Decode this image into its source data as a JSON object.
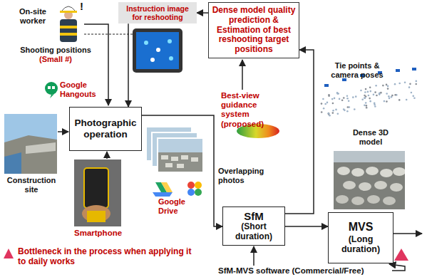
{
  "diagram": {
    "nodes": [
      {
        "text": [
          "Instruction image for reshooting"
        ]
      },
      {
        "text": [
          "Dense model quality prediction & Estimation of best reshooting target positions"
        ]
      },
      {
        "text": [
          "Photographic operation"
        ]
      },
      {
        "text": [
          "SfM",
          "(Short duration)"
        ]
      },
      {
        "text": [
          "MVS",
          "(Long duration)"
        ]
      }
    ],
    "edges": [
      {
        "from": 1,
        "to": 0,
        "arrow": "to"
      },
      {
        "from": 0,
        "to": 2,
        "arrow": "to"
      },
      {
        "from": 2,
        "to": 3,
        "arrow": "to"
      },
      {
        "from": 3,
        "to": 4,
        "arrow": "to"
      },
      {
        "from": 3,
        "to": 1,
        "arrow": "to"
      }
    ],
    "labels": [
      "On-site worker",
      "!",
      "Shooting positions",
      "(Small #)",
      "Google Hangouts",
      "Tie points & camera poses",
      "Best-view guidance system (proposed)",
      "Construction site",
      "Overlapping photos",
      "Google Drive",
      "Smartphone",
      "Dense 3D model",
      "SfM-MVS software (Commercial/Free)"
    ],
    "legend": [
      {
        "text": "Bottleneck in the process when applying it to daily works"
      }
    ]
  }
}
